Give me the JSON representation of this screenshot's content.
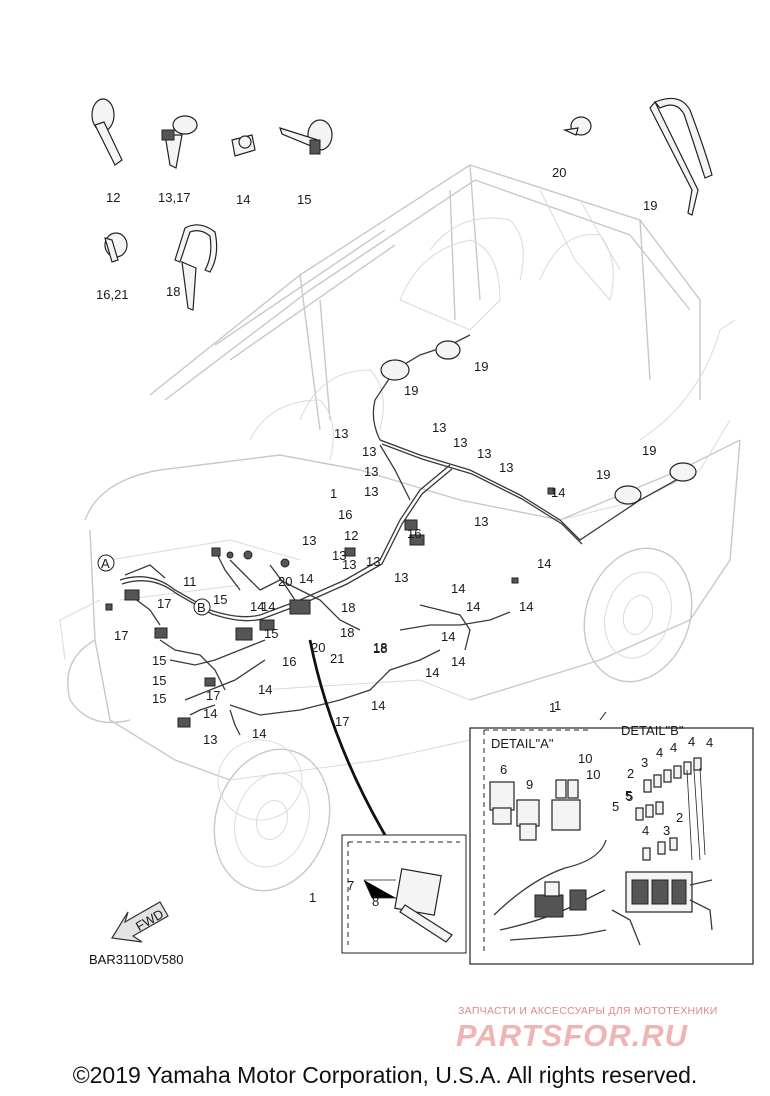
{
  "copyright": "©2019 Yamaha Motor Corporation, U.S.A. All rights reserved.",
  "drawing_code": "BAR3110DV580",
  "watermark": {
    "tagline": "ЗАПЧАСТИ И АКСЕССУАРЫ ДЛЯ МОТОТЕХНИКИ",
    "logo": "PARTSFOR.RU"
  },
  "fwd_label": "FWD",
  "detail_a": {
    "title": "DETAIL\"A\"",
    "circle": "A"
  },
  "detail_b": {
    "title": "DETAIL\"B\"",
    "circle": "B"
  },
  "callouts": {
    "c12": "12",
    "c13_17": "13,17",
    "c14": "14",
    "c15": "15",
    "c20": "20",
    "c19": "19",
    "c16_21": "16,21",
    "c18": "18"
  },
  "labels": [
    "19",
    "19",
    "13",
    "13",
    "13",
    "13",
    "13",
    "13",
    "13",
    "13",
    "13",
    "14",
    "19",
    "19",
    "1",
    "16",
    "16",
    "13",
    "12",
    "13",
    "13",
    "13",
    "14",
    "13",
    "11",
    "20",
    "14",
    "18",
    "15",
    "14",
    "18",
    "15",
    "18",
    "16",
    "20",
    "21",
    "18",
    "14",
    "14",
    "14",
    "14",
    "14",
    "14",
    "14",
    "17",
    "17",
    "15",
    "15",
    "15",
    "17",
    "14",
    "14",
    "13",
    "14",
    "14",
    "17",
    "1",
    "1",
    "6",
    "9",
    "10",
    "10",
    "2",
    "3",
    "4",
    "4",
    "4",
    "5",
    "5",
    "3",
    "2",
    "4",
    "4",
    "5",
    "7",
    "8",
    "1"
  ],
  "colors": {
    "harness": "#3a3a3a",
    "ghost": "#c8c8c8",
    "watermark": "#f0b4b4"
  }
}
